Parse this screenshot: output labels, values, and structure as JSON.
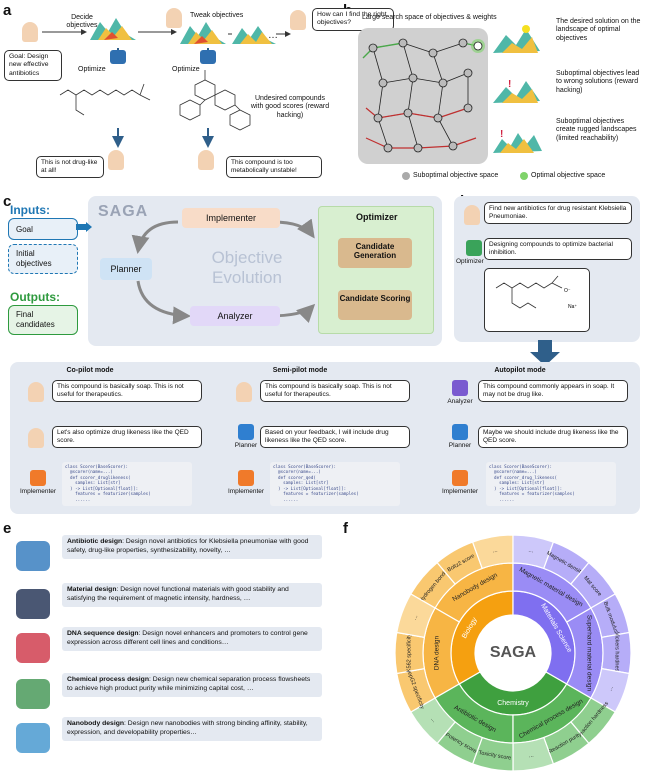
{
  "panels": {
    "a": "a",
    "b": "b",
    "c": "c",
    "d": "d",
    "e": "e",
    "f": "f"
  },
  "a": {
    "decide": "Decide\nobjectives",
    "tweak": "Tweak objectives",
    "q": "How can I find the right objectives?",
    "ellipsis": "…",
    "goal": "Goal: Design new effective antibiotics",
    "optimize1": "Optimize",
    "optimize2": "Optimize",
    "undesired": "Undesired compounds with good scores (reward hacking)",
    "bubble1": "This is not drug-like at all!",
    "bubble2": "This compound is too metabolically unstable!"
  },
  "b": {
    "title": "Large search space of objectives & weights",
    "desired": "The desired solution on the landscape of optimal objectives",
    "hack": "Suboptimal objectives lead to wrong solutions (reward hacking)",
    "rugged": "Suboptimal objectives create rugged landscapes (limited reachability)",
    "legend_sub": "Suboptimal objective space",
    "legend_opt": "Optimal objective space"
  },
  "c": {
    "inputs": "Inputs:",
    "goal": "Goal",
    "initial": "Initial objectives",
    "outputs": "Outputs:",
    "final": "Final candidates",
    "saga": "SAGA",
    "implementer": "Implementer",
    "optimizer": "Optimizer",
    "planner": "Planner",
    "analyzer": "Analyzer",
    "obj": "Objective",
    "evo": "Evolution",
    "gen": "Candidate Generation",
    "score": "Candidate Scoring"
  },
  "d": {
    "b1": "Find new antibiotics for drug resistant Klebsiella Pneumoniae.",
    "b2": "Designing compounds to optimize bacterial inhibition.",
    "optimizer": "Optimizer"
  },
  "modes": {
    "copilot": "Co-pilot mode",
    "semi": "Semi-pilot mode",
    "auto": "Autopilot mode",
    "co_b1": "This compound is basically soap. This is not useful for therapeutics.",
    "co_b2": "Let's also optimize drug likeness like the QED score.",
    "semi_b1": "This compound is basically soap. This is not useful for therapeutics.",
    "semi_b2": "Based on your feedback, I will include drug likeness like the QED score.",
    "auto_b1": "This compound commonly appears in soap. It may not be drug like.",
    "auto_b2": "Maybe we should include drug likeness like the QED score.",
    "planner": "Planner",
    "analyzer": "Analyzer",
    "implementer": "Implementer",
    "code": "class Scorer(BaseScorer):\n  @scorer(name=...)\n  def scorer_druglikeness(\n    samples: List[str]\n  ) -> List[Optional[float]]:\n    features = featurizer(samples)\n    ......",
    "code2": "class Scorer(BaseScorer):\n  @scorer(name=...)\n  def scorer_qed(\n    samples: List[str]\n  ) -> List[Optional[float]]:\n    features = featurizer(samples)\n    ......",
    "code3": "class Scorer(BaseScorer):\n  @scorer(name=...)\n  def scorer_drug_likeness(\n    samples: List[str]\n  ) -> List[Optional[float]]:\n    features = featurizer(samples)\n    ......"
  },
  "e": [
    {
      "title": "Antibiotic design",
      "desc": ": Design novel antibiotics for Klebsiella pneumoniae with good safety, drug-like properties, synthesizability, novelty, …"
    },
    {
      "title": "Material design",
      "desc": ": Design novel functional materials with good stability and satisfying the requirement of magnetic intensity, hardness, …"
    },
    {
      "title": "DNA sequence design",
      "desc": ": Design novel enhancers and promoters to control gene expression across different cell lines and conditions…"
    },
    {
      "title": "Chemical process design",
      "desc": ": Design new chemical separation process flowsheets to achieve high product purity while minimizing capital cost, …"
    },
    {
      "title": "Nanobody design",
      "desc": ": Design new nanobodies with strong binding affinity, stability, expression, and developability properties…"
    }
  ],
  "f": {
    "center": "SAGA",
    "inner": [
      "Biology",
      "Materials Science",
      "Chemistry"
    ],
    "middle": [
      "Nanobody design",
      "DNA design",
      "Antibiotic design",
      "Chemical process design",
      "Superhard material design",
      "Magnetic material design"
    ],
    "outer": [
      "Hydrogen bonds",
      "Boltz2 score",
      "…",
      "Magnetic density",
      "Mat score",
      "…",
      "Bulk modulus",
      "Vickers hardness",
      "…",
      "Reaction hardness",
      "Reaction purity",
      "…",
      "Toxicity score",
      "Potency score",
      "…",
      "HepG2 specificity",
      "K562 specificity",
      "…"
    ]
  },
  "colors": {
    "orange": "#f5a623",
    "purple": "#8b7cf0",
    "green": "#4aa84a",
    "panel": "#e4e9f1",
    "arrow": "#2f5f8a"
  }
}
